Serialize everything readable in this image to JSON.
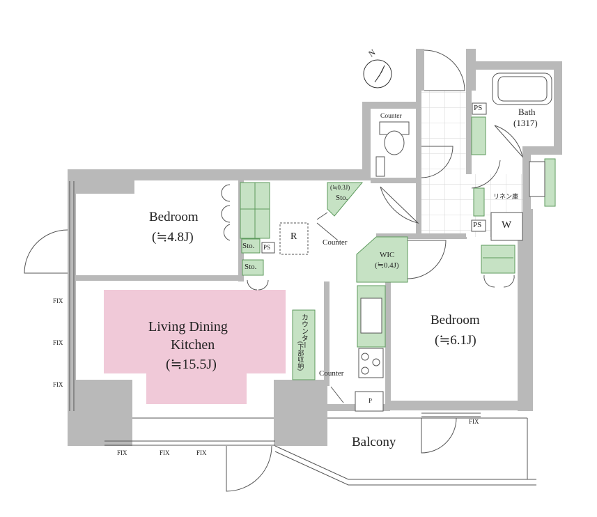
{
  "colors": {
    "wall": "#b9b9b9",
    "ldk": "#f0c9d8",
    "storage": "#c6e2c4",
    "storage_stroke": "#5d9a5d",
    "tile_grid": "#d6d6d6",
    "line": "#555555"
  },
  "compass": {
    "north_label": "N"
  },
  "rooms": {
    "ldk": {
      "line1": "Living Dining",
      "line2": "Kitchen",
      "area": "(≒15.5J)"
    },
    "bedroom_west": {
      "name": "Bedroom",
      "area": "(≒4.8J)"
    },
    "bedroom_east": {
      "name": "Bedroom",
      "area": "(≒6.1J)"
    },
    "balcony": {
      "name": "Balcony"
    },
    "bath": {
      "name": "Bath",
      "size": "(1317)"
    }
  },
  "labels": {
    "counter_wc": "Counter",
    "counter_hall": "Counter",
    "counter_kitchen": "Counter",
    "ps_bath": "PS",
    "ps_laundry": "PS",
    "ps_bedroom": "PS",
    "sto_bedroom": "Sto.",
    "sto_lower": "Sto.",
    "sto_hall_area": "(≒0.3J)",
    "sto_hall": "Sto.",
    "wic_name": "WIC",
    "wic_area": "(≒0.4J)",
    "fridge": "R",
    "washer": "W",
    "linen": "リネン庫",
    "p_box": "P",
    "kitchen_counter": "カウンター",
    "kitchen_counter_sub": "(下部収納)"
  },
  "fix_labels": {
    "west": [
      "FIX",
      "FIX",
      "FIX"
    ],
    "south": [
      "FIX",
      "FIX",
      "FIX"
    ],
    "east": "FIX"
  }
}
